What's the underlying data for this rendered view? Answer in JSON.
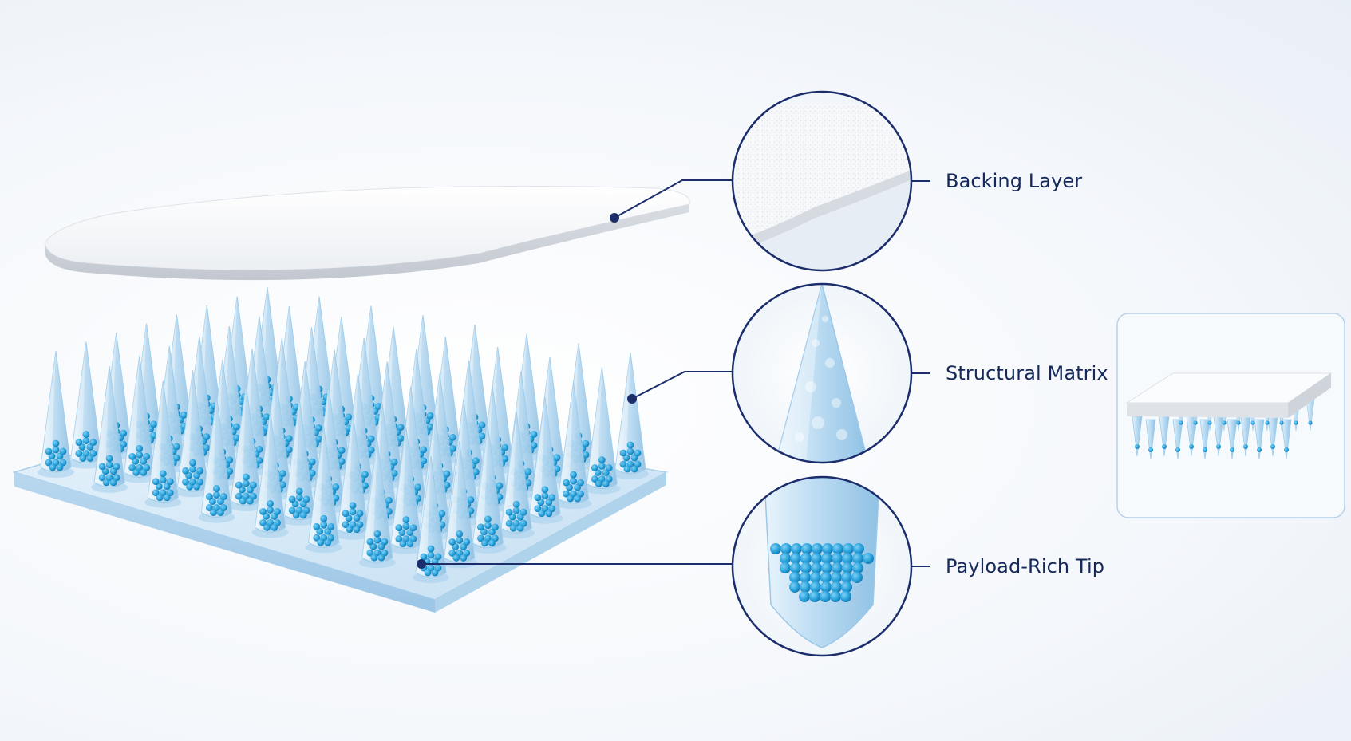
{
  "labels": {
    "backing": "Backing Layer",
    "matrix": "Structural Matrix",
    "tip": "Payload-Rich Tip"
  },
  "colors": {
    "navy": "#1b2d6b",
    "bead": "#2aa3dc",
    "needle": "#cfe6f6",
    "backing": "#f6f7f9"
  }
}
